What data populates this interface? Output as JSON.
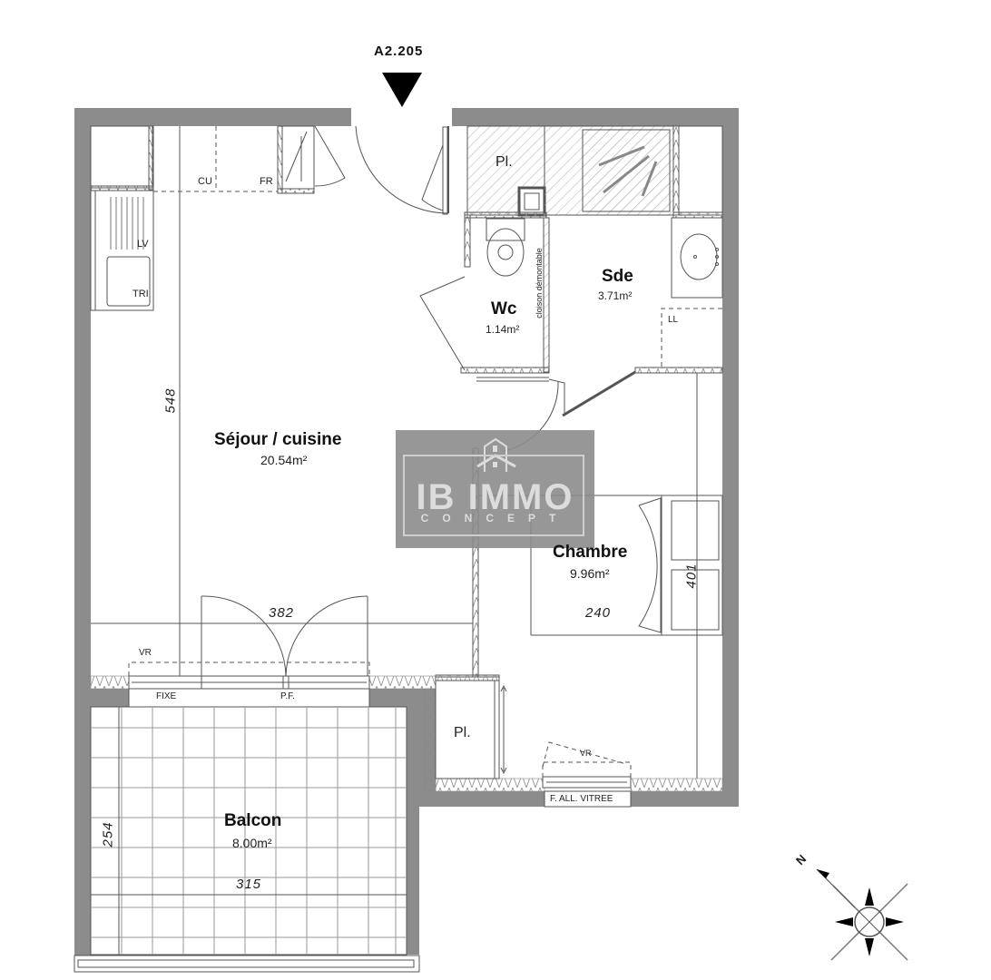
{
  "plan": {
    "reference": "A2.205",
    "rooms": [
      {
        "id": "sejour",
        "name": "Séjour / cuisine",
        "area": "20.54m²"
      },
      {
        "id": "wc",
        "name": "Wc",
        "area": "1.14m²"
      },
      {
        "id": "sde",
        "name": "Sde",
        "area": "3.71m²"
      },
      {
        "id": "chambre",
        "name": "Chambre",
        "area": "9.96m²"
      },
      {
        "id": "balcon",
        "name": "Balcon",
        "area": "8.00m²"
      }
    ],
    "fixtures": {
      "cu": "CU",
      "fr": "FR",
      "lv": "LV",
      "tri": "TRI",
      "ll": "LL",
      "placard_top": "Pl.",
      "placard_bottom": "Pl.",
      "cloison": "cloison démontable",
      "vr_living": "VR",
      "vr_bedroom": "VR",
      "fixe": "FIXE",
      "pf": "P.F.",
      "f_all_vitree": "F. ALL. VITREE"
    },
    "dimensions": {
      "living_height": "548",
      "living_width": "382",
      "bedroom_width": "240",
      "bedroom_height": "401",
      "balcony_height": "254",
      "balcony_width": "315"
    },
    "compass": {
      "north_label": "N"
    },
    "watermark": {
      "title": "IB IMMO",
      "subtitle": "CONCEPT"
    }
  },
  "colors": {
    "wall": "#8c8c8c",
    "line": "#555555",
    "hatch": "#b0b0b0"
  }
}
